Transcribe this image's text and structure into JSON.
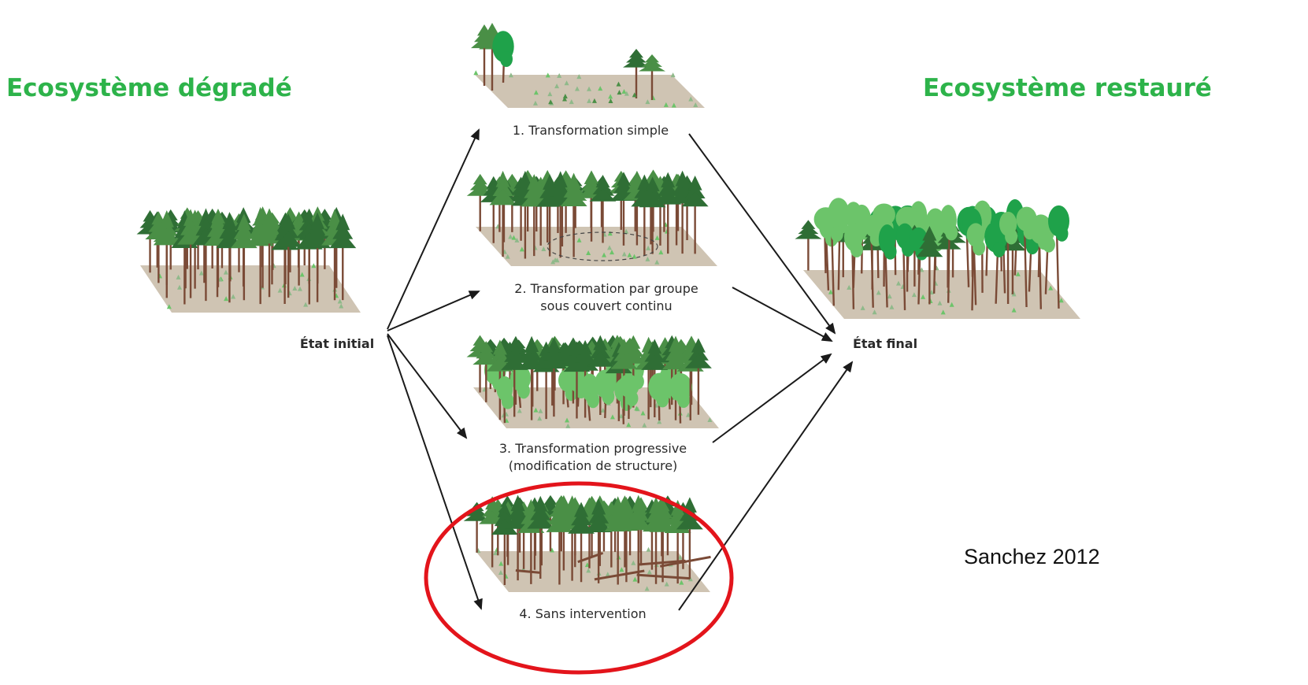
{
  "headings": {
    "left": "Ecosystème dégradé",
    "right": "Ecosystème restauré"
  },
  "states": {
    "initial": "État initial",
    "final": "État final"
  },
  "paths": [
    {
      "label_lines": [
        "1. Transformation simple"
      ]
    },
    {
      "label_lines": [
        "2. Transformation par groupe",
        "sous couvert continu"
      ]
    },
    {
      "label_lines": [
        "3. Transformation progressive",
        "(modification de structure)"
      ]
    },
    {
      "label_lines": [
        "4. Sans intervention"
      ]
    }
  ],
  "highlighted_path": 4,
  "citation": "Sanchez 2012",
  "colors": {
    "heading": "#2db34a",
    "highlight": "#e3141b",
    "ground": "#cfc4b3",
    "conifer_dark": "#2f6e35",
    "conifer_mid": "#4a8f46",
    "broadleaf_light": "#6cc46a",
    "broadleaf_bright": "#1fa24a",
    "trunk": "#7a4a36",
    "arrow": "#1a1a1a"
  }
}
